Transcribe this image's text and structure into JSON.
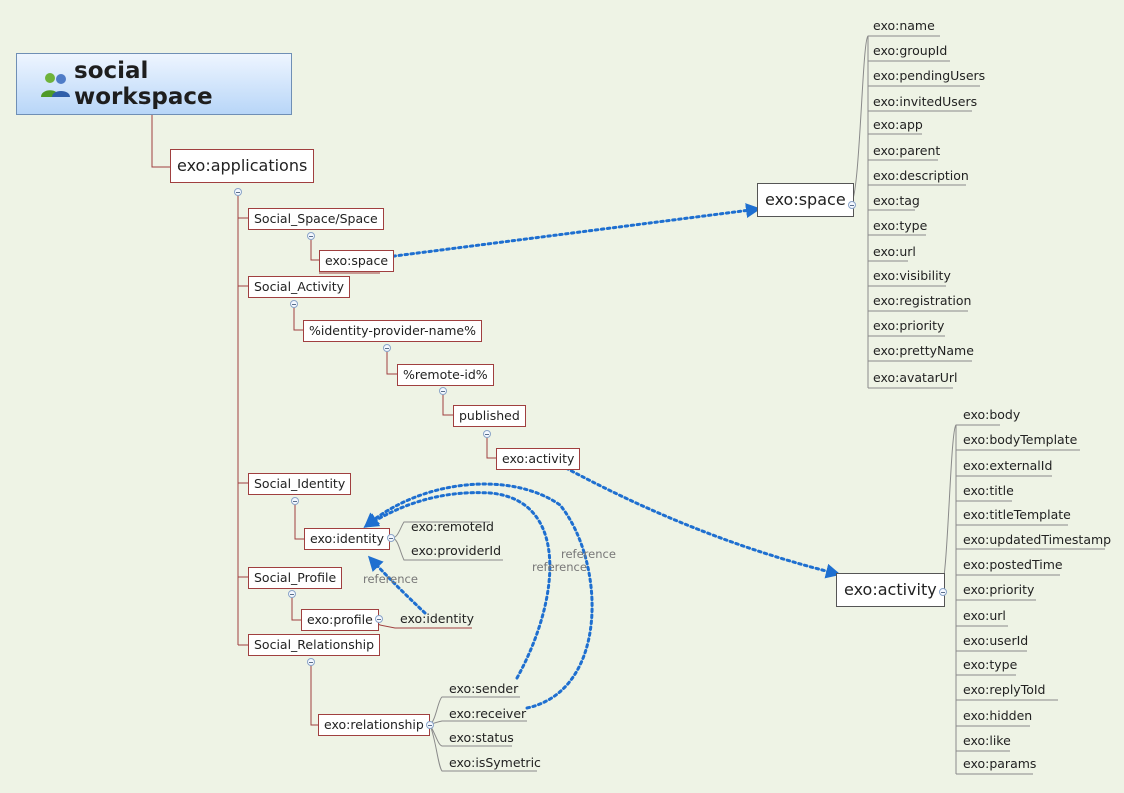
{
  "root": {
    "title": "social workspace",
    "icon": "people-icon"
  },
  "applications": "exo:applications",
  "space_branch": {
    "label": "Social_Space/Space",
    "child": "exo:space"
  },
  "activity_branch": {
    "label": "Social_Activity",
    "provider": "%identity-provider-name%",
    "remote": "%remote-id%",
    "published": "published",
    "activity": "exo:activity"
  },
  "identity_branch": {
    "label": "Social_Identity",
    "identity": "exo:identity",
    "props": [
      "exo:remoteId",
      "exo:providerId"
    ]
  },
  "profile_branch": {
    "label": "Social_Profile",
    "profile": "exo:profile",
    "prop": "exo:identity"
  },
  "relationship_branch": {
    "label": "Social_Relationship",
    "relationship": "exo:relationship",
    "props": [
      "exo:sender",
      "exo:receiver",
      "exo:status",
      "exo:isSymetric"
    ]
  },
  "space_node": {
    "title": "exo:space",
    "props": [
      "exo:name",
      "exo:groupId",
      "exo:pendingUsers",
      "exo:invitedUsers",
      "exo:app",
      "exo:parent",
      "exo:description",
      "exo:tag",
      "exo:type",
      "exo:url",
      "exo:visibility",
      "exo:registration",
      "exo:priority",
      "exo:prettyName",
      "exo:avatarUrl"
    ]
  },
  "activity_node": {
    "title": "exo:activity",
    "props": [
      "exo:body",
      "exo:bodyTemplate",
      "exo:externalId",
      "exo:title",
      "exo:titleTemplate",
      "exo:updatedTimestamp",
      "exo:postedTime",
      "exo:priority",
      "exo:url",
      "exo:userId",
      "exo:type",
      "exo:replyToId",
      "exo:hidden",
      "exo:like",
      "exo:params"
    ]
  },
  "references": [
    "reference",
    "reference",
    "reference"
  ],
  "colors": {
    "branch": "#a03f3f",
    "link": "#1e6fd0",
    "background": "#eef3e5"
  }
}
